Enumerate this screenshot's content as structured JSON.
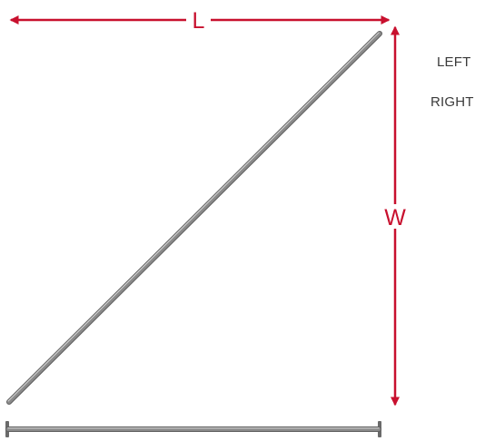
{
  "dimensions": {
    "length_label": "L",
    "width_label": "W"
  },
  "side_labels": {
    "left": "LEFT",
    "right": "RIGHT"
  },
  "colors": {
    "dimension": "#c8102e",
    "rod": "#8a8a8a",
    "rod_highlight": "#cfcfcf",
    "rod_shadow": "#5f5f5f",
    "text": "#3a3a3a"
  }
}
